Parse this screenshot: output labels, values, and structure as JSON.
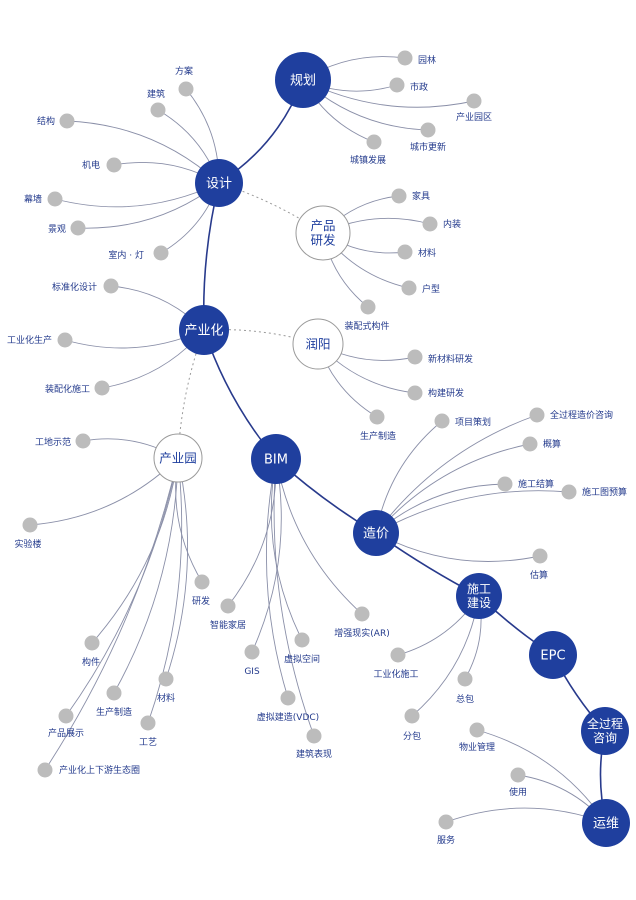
{
  "colors": {
    "hub_fill": "#1f3f9e",
    "hub_text": "#ffffff",
    "open_stroke": "#9a9a9a",
    "open_text": "#1f3f9e",
    "leaf_fill": "#bcbcbc",
    "line": "#283a8c",
    "leaf_line": "#8a8fa8",
    "label": "#233a8c"
  },
  "hubs": [
    {
      "id": "guihua",
      "label": "规划"
    },
    {
      "id": "sheji",
      "label": "设计"
    },
    {
      "id": "chanyehua",
      "label": "产业化"
    },
    {
      "id": "bim",
      "label": "BIM"
    },
    {
      "id": "zaojia",
      "label": "造价"
    },
    {
      "id": "shigong",
      "label": "施工\n建设"
    },
    {
      "id": "epc",
      "label": "EPC"
    },
    {
      "id": "quanguocheng",
      "label": "全过程\n咨询"
    },
    {
      "id": "yunwei",
      "label": "运维"
    }
  ],
  "open_nodes": [
    {
      "id": "chanpin",
      "label": "产品\n研发"
    },
    {
      "id": "runyang",
      "label": "润阳"
    },
    {
      "id": "chanyeyuan",
      "label": "产业园"
    }
  ],
  "leaves": [
    {
      "label": "园林"
    },
    {
      "label": "市政"
    },
    {
      "label": "产业园区"
    },
    {
      "label": "城市更新"
    },
    {
      "label": "城镇发展"
    },
    {
      "label": "方案"
    },
    {
      "label": "建筑"
    },
    {
      "label": "结构"
    },
    {
      "label": "机电"
    },
    {
      "label": "幕墙"
    },
    {
      "label": "景观"
    },
    {
      "label": "室内 · 灯"
    },
    {
      "label": "家具"
    },
    {
      "label": "内装"
    },
    {
      "label": "材料"
    },
    {
      "label": "户型"
    },
    {
      "label": "装配式构件"
    },
    {
      "label": "标准化设计"
    },
    {
      "label": "工业化生产"
    },
    {
      "label": "装配化施工"
    },
    {
      "label": "新材料研发"
    },
    {
      "label": "构建研发"
    },
    {
      "label": "生产制造"
    },
    {
      "label": "工地示范"
    },
    {
      "label": "实验楼"
    },
    {
      "label": "研发"
    },
    {
      "label": "构件"
    },
    {
      "label": "生产制造"
    },
    {
      "label": "材料"
    },
    {
      "label": "产品展示"
    },
    {
      "label": "工艺"
    },
    {
      "label": "产业化上下游生态圈"
    },
    {
      "label": "智能家居"
    },
    {
      "label": "GIS"
    },
    {
      "label": "虚拟空间"
    },
    {
      "label": "虚拟建造(VDC)"
    },
    {
      "label": "建筑表现"
    },
    {
      "label": "增强现实(AR)"
    },
    {
      "label": "项目策划"
    },
    {
      "label": "全过程造价咨询"
    },
    {
      "label": "概算"
    },
    {
      "label": "施工结算"
    },
    {
      "label": "施工图预算"
    },
    {
      "label": "估算"
    },
    {
      "label": "工业化施工"
    },
    {
      "label": "总包"
    },
    {
      "label": "分包"
    },
    {
      "label": "物业管理"
    },
    {
      "label": "使用"
    },
    {
      "label": "服务"
    }
  ]
}
